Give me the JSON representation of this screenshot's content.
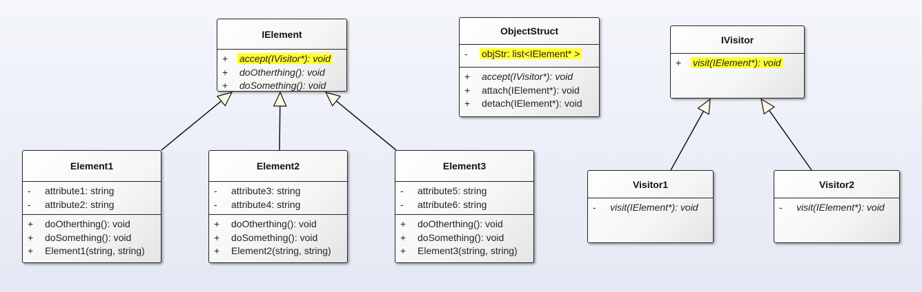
{
  "classes": {
    "ielement": {
      "name": "IElement",
      "attributes": [],
      "operations": [
        {
          "vis": "+",
          "text": "accept(IVisitor*): void",
          "italic": true,
          "highlight": true
        },
        {
          "vis": "+",
          "text": "doOtherthing(): void",
          "italic": true,
          "highlight": false
        },
        {
          "vis": "+",
          "text": "doSomething(): void",
          "italic": true,
          "highlight": false
        }
      ]
    },
    "objectstruct": {
      "name": "ObjectStruct",
      "attributes": [
        {
          "vis": "-",
          "text": "objStr: list<IElement* >",
          "italic": false,
          "highlight": true
        }
      ],
      "operations": [
        {
          "vis": "+",
          "text": "accept(IVisitor*): void",
          "italic": true,
          "highlight": false
        },
        {
          "vis": "+",
          "text": "attach(IElement*): void",
          "italic": false,
          "highlight": false
        },
        {
          "vis": "+",
          "text": "detach(IElement*): void",
          "italic": false,
          "highlight": false
        }
      ]
    },
    "ivisitor": {
      "name": "IVisitor",
      "attributes": [],
      "operations": [
        {
          "vis": "+",
          "text": "visit(IElement*): void",
          "italic": true,
          "highlight": true
        }
      ]
    },
    "element1": {
      "name": "Element1",
      "attributes": [
        {
          "vis": "-",
          "text": "attribute1: string",
          "italic": false,
          "highlight": false
        },
        {
          "vis": "-",
          "text": "attribute2: string",
          "italic": false,
          "highlight": false
        }
      ],
      "operations": [
        {
          "vis": "+",
          "text": "doOtherthing(): void",
          "italic": false,
          "highlight": false
        },
        {
          "vis": "+",
          "text": "doSomething(): void",
          "italic": false,
          "highlight": false
        },
        {
          "vis": "+",
          "text": "Element1(string, string)",
          "italic": false,
          "highlight": false
        }
      ]
    },
    "element2": {
      "name": "Element2",
      "attributes": [
        {
          "vis": "-",
          "text": "attribute3: string",
          "italic": false,
          "highlight": false
        },
        {
          "vis": "-",
          "text": "attribute4: string",
          "italic": false,
          "highlight": false
        }
      ],
      "operations": [
        {
          "vis": "+",
          "text": "doOtherthing(): void",
          "italic": false,
          "highlight": false
        },
        {
          "vis": "+",
          "text": "doSomething(): void",
          "italic": false,
          "highlight": false
        },
        {
          "vis": "+",
          "text": "Element2(string, string)",
          "italic": false,
          "highlight": false
        }
      ]
    },
    "element3": {
      "name": "Element3",
      "attributes": [
        {
          "vis": "-",
          "text": "attribute5: string",
          "italic": false,
          "highlight": false
        },
        {
          "vis": "-",
          "text": "attribute6: string",
          "italic": false,
          "highlight": false
        }
      ],
      "operations": [
        {
          "vis": "+",
          "text": "doOtherthing(): void",
          "italic": false,
          "highlight": false
        },
        {
          "vis": "+",
          "text": "doSomething(): void",
          "italic": false,
          "highlight": false
        },
        {
          "vis": "+",
          "text": "Element3(string, string)",
          "italic": false,
          "highlight": false
        }
      ]
    },
    "visitor1": {
      "name": "Visitor1",
      "attributes": [],
      "operations": [
        {
          "vis": "-",
          "text": "visit(IElement*): void",
          "italic": true,
          "highlight": false
        }
      ]
    },
    "visitor2": {
      "name": "Visitor2",
      "attributes": [],
      "operations": [
        {
          "vis": "-",
          "text": "visit(IElement*): void",
          "italic": true,
          "highlight": false
        }
      ]
    }
  },
  "relations": [
    {
      "type": "generalization",
      "from": "element1",
      "to": "ielement"
    },
    {
      "type": "generalization",
      "from": "element2",
      "to": "ielement"
    },
    {
      "type": "generalization",
      "from": "element3",
      "to": "ielement"
    },
    {
      "type": "generalization",
      "from": "visitor1",
      "to": "ivisitor"
    },
    {
      "type": "generalization",
      "from": "visitor2",
      "to": "ivisitor"
    }
  ],
  "colors": {
    "highlight": "#ffff33",
    "border": "#222222",
    "background": "#e8ecf5"
  }
}
